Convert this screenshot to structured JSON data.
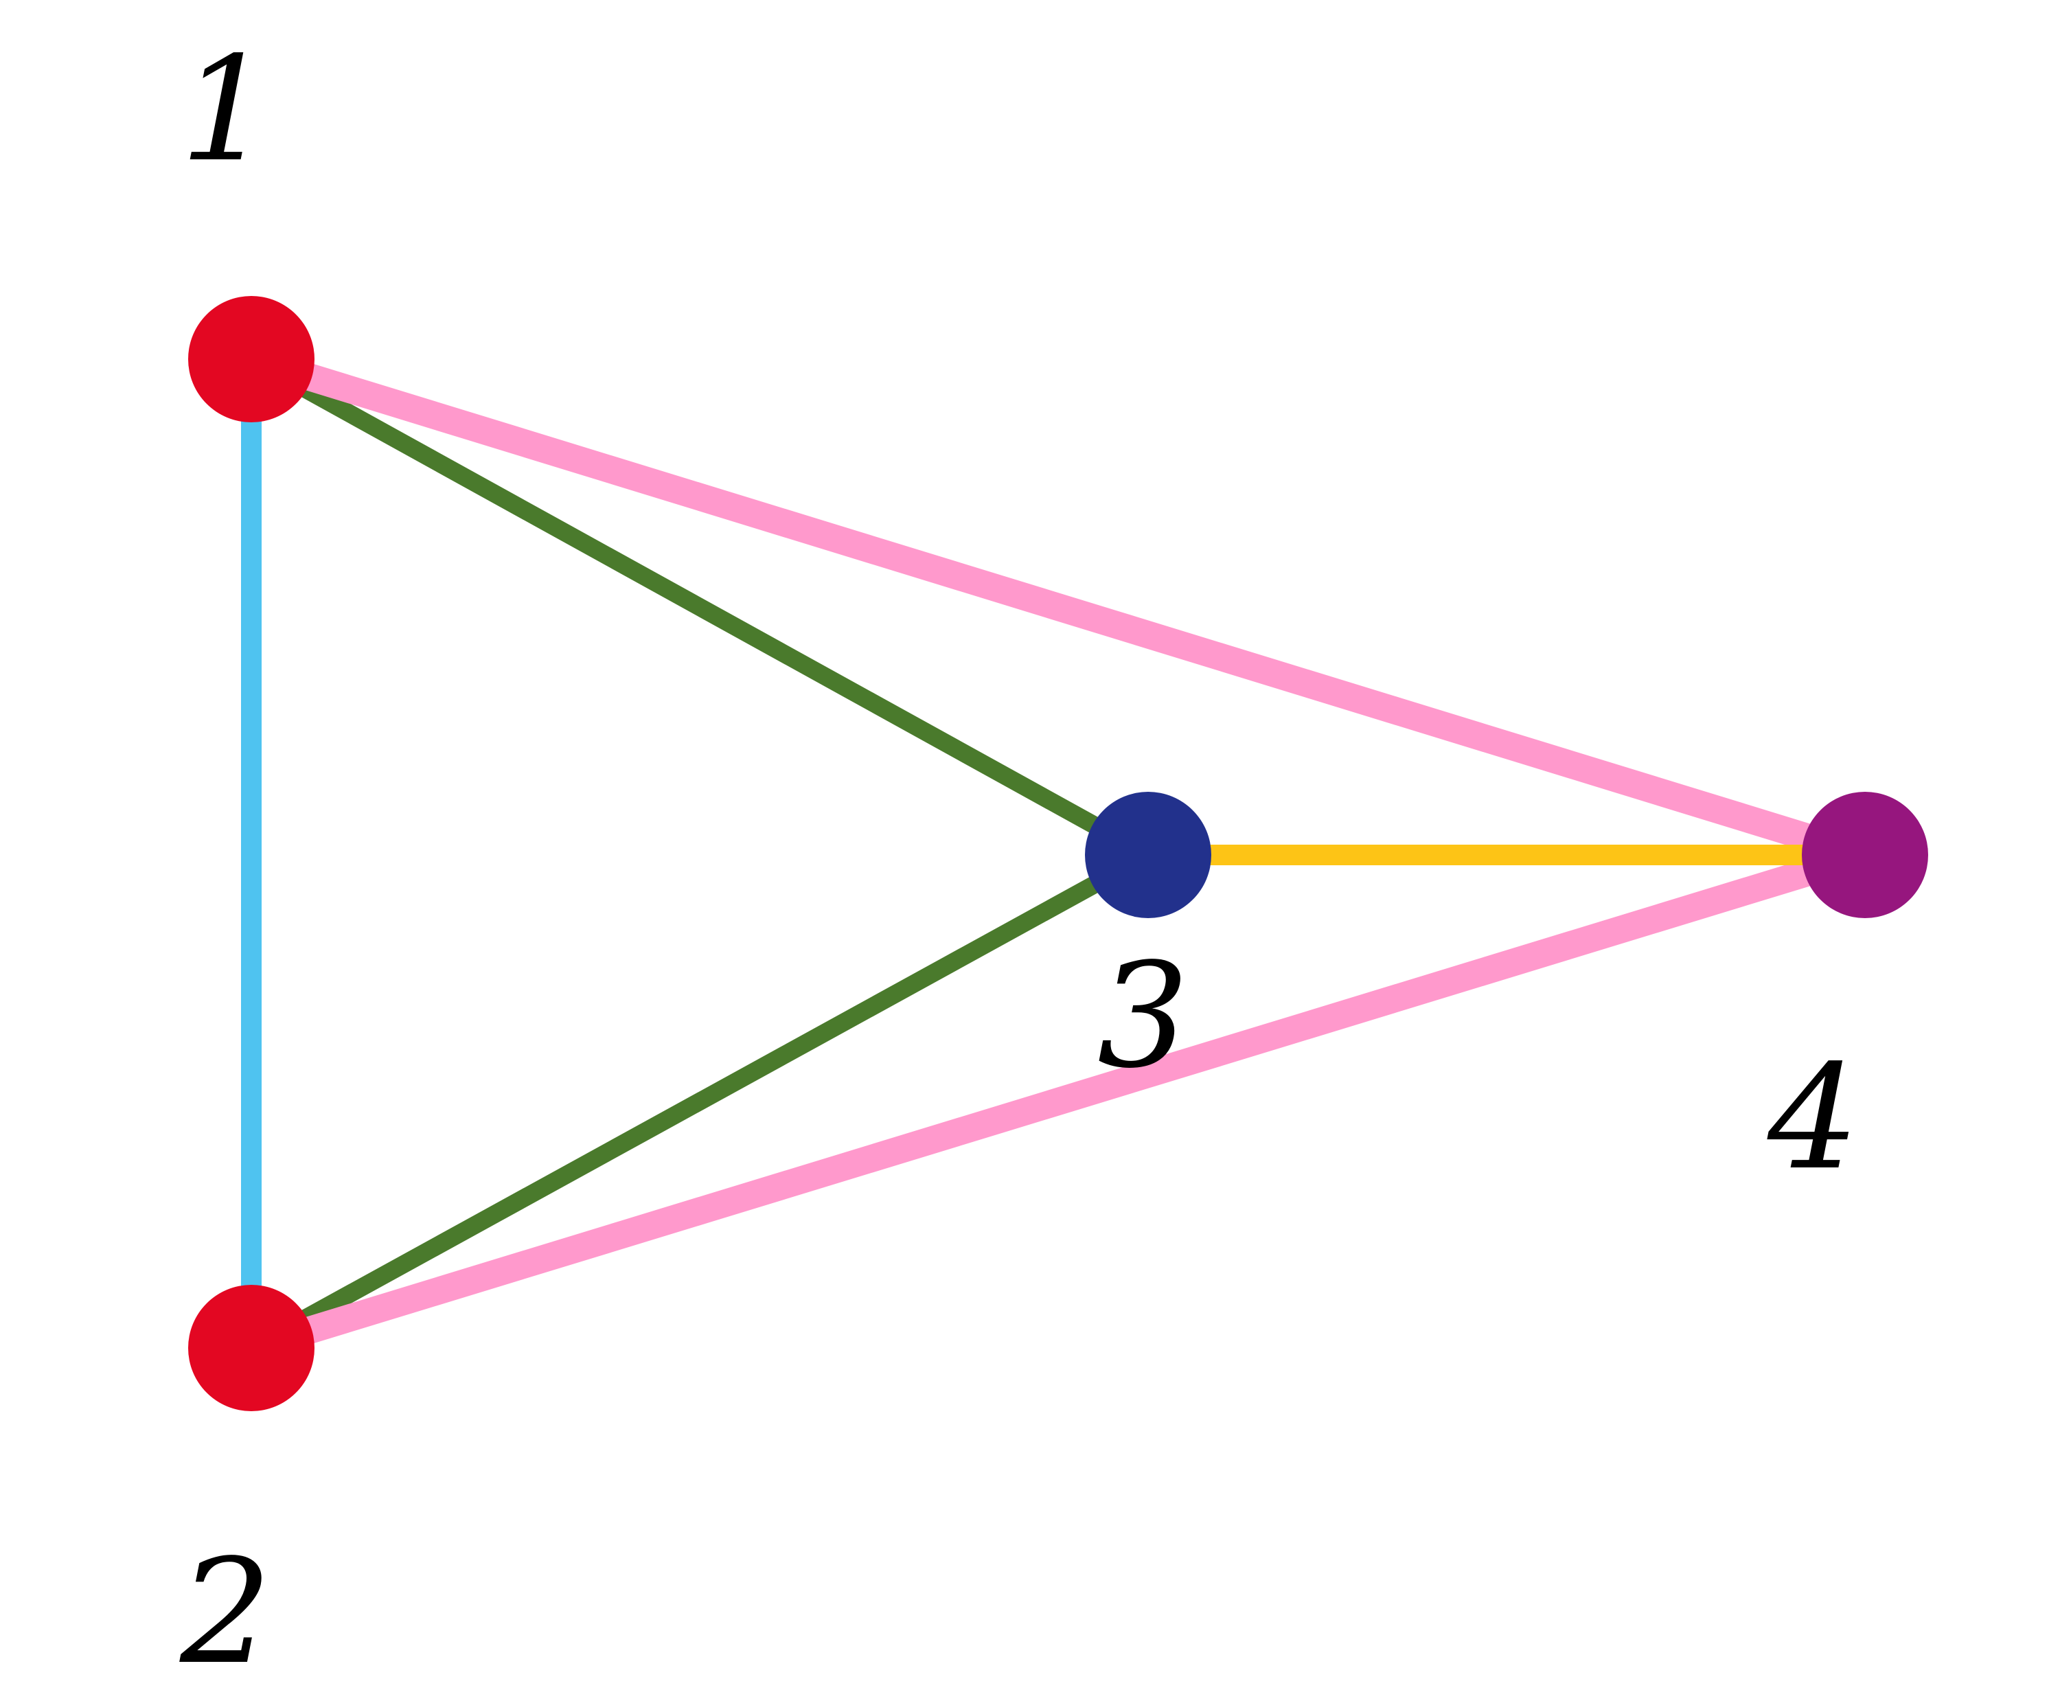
{
  "diagram": {
    "nodes": [
      {
        "id": "1",
        "label": "1",
        "color": "#e30722"
      },
      {
        "id": "2",
        "label": "2",
        "color": "#e30722"
      },
      {
        "id": "3",
        "label": "3",
        "color": "#22318c"
      },
      {
        "id": "4",
        "label": "4",
        "color": "#96167e"
      }
    ],
    "edges": [
      {
        "from": "1",
        "to": "2",
        "color": "#4fc3f0"
      },
      {
        "from": "1",
        "to": "3",
        "color": "#4a7a2c"
      },
      {
        "from": "2",
        "to": "3",
        "color": "#4a7a2c"
      },
      {
        "from": "1",
        "to": "4",
        "color": "#ff99cc"
      },
      {
        "from": "2",
        "to": "4",
        "color": "#ff99cc"
      },
      {
        "from": "3",
        "to": "4",
        "color": "#fdc416"
      }
    ]
  }
}
